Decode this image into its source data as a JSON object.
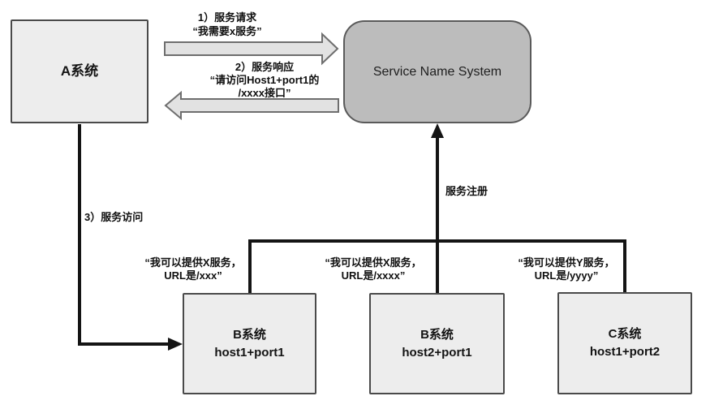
{
  "nodes": {
    "system_a": {
      "label": "A系统"
    },
    "service_name_system": {
      "label": "Service Name System"
    },
    "system_b1": {
      "line1": "B系统",
      "line2": "host1+port1"
    },
    "system_b2": {
      "line1": "B系统",
      "line2": "host2+port1"
    },
    "system_c": {
      "line1": "C系统",
      "line2": "host1+port2"
    }
  },
  "annotations": {
    "service_request": {
      "line1": "1）服务请求",
      "line2": "“我需要x服务”"
    },
    "service_response": {
      "line1": "2）服务响应",
      "line2": "“请访问Host1+port1的",
      "line3": "/xxxx接口”"
    },
    "service_access": "3）服务访问",
    "service_register": "服务注册",
    "provider_b1": {
      "line1": "“我可以提供X服务，",
      "line2": "URL是/xxx”"
    },
    "provider_b2": {
      "line1": "“我可以提供X服务，",
      "line2": "URL是/xxxx”"
    },
    "provider_c": {
      "line1": "“我可以提供Y服务，",
      "line2": "URL是/yyyy”"
    }
  },
  "colors": {
    "node_fill": "#ededed",
    "sns_fill": "#bcbcbc",
    "node_border": "#4a4a4a",
    "block_arrow_fill": "#e2e2e2",
    "block_arrow_border": "#6e6e6e",
    "connector_line": "#141414",
    "text": "#101010",
    "background": "#ffffff"
  }
}
